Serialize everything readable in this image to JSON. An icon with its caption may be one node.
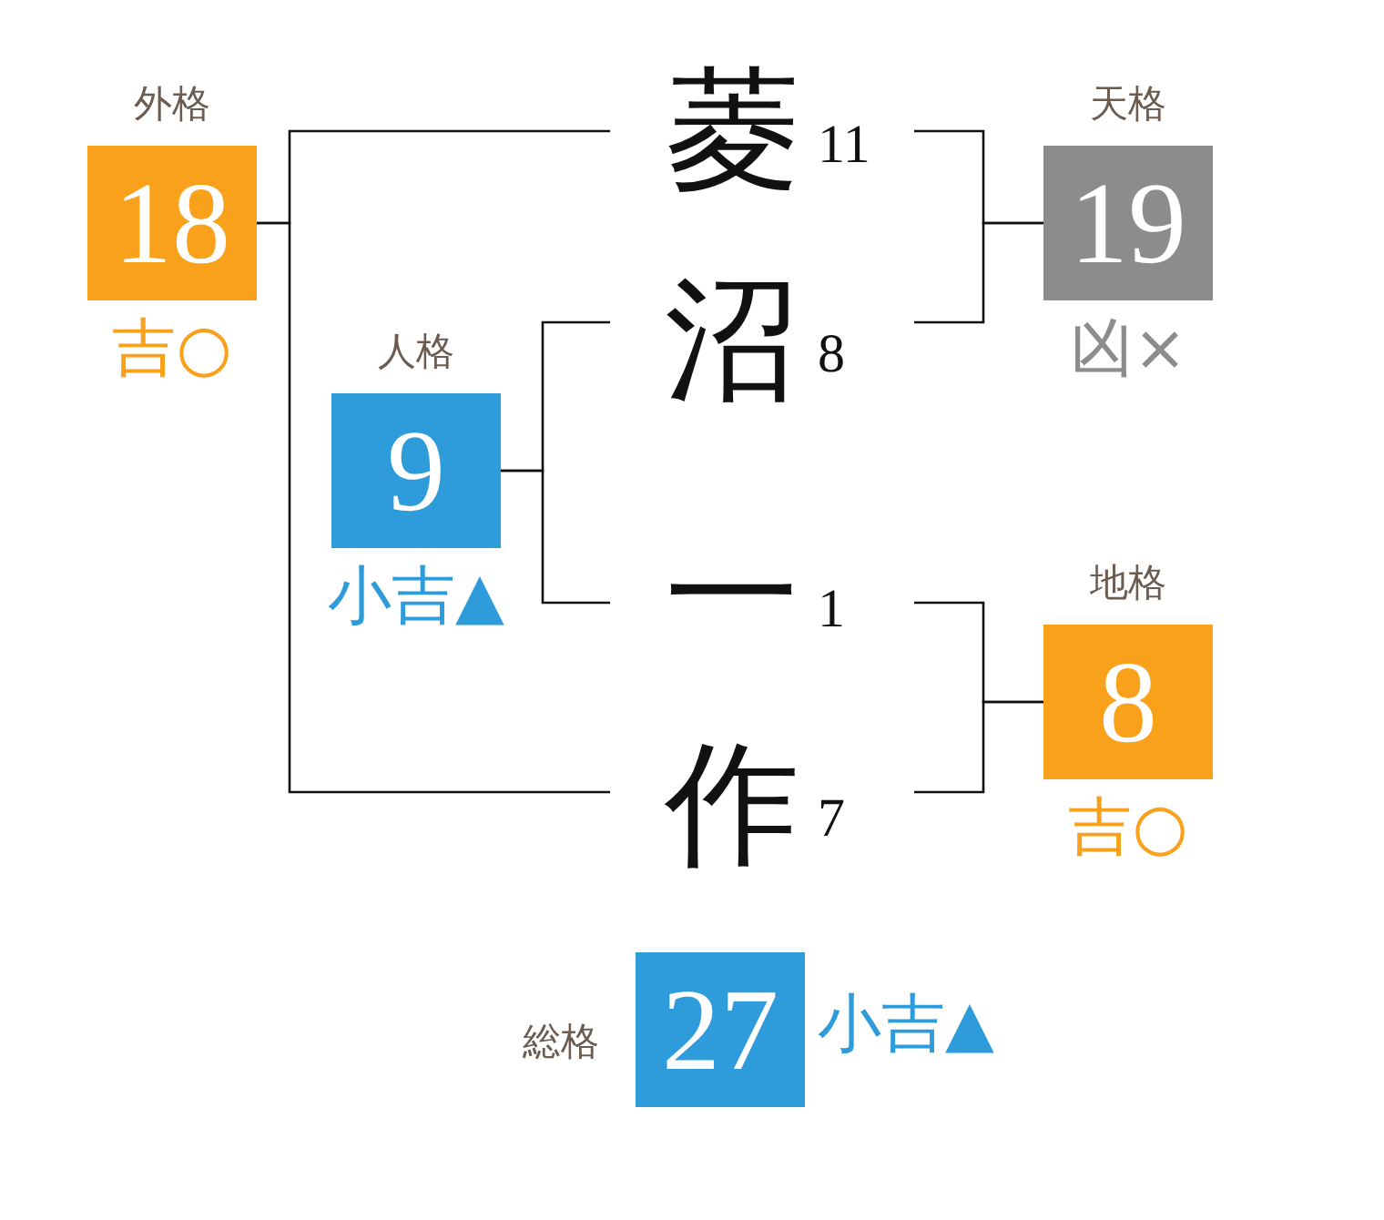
{
  "diagram": {
    "nodes": [
      {
        "text": [
          "菱"
        ],
        "beside": [
          "11"
        ]
      },
      {
        "text": [
          "沼"
        ],
        "beside": [
          "8"
        ]
      },
      {
        "text": [
          "一"
        ],
        "beside": [
          "1"
        ]
      },
      {
        "text": [
          "作"
        ],
        "beside": [
          "7"
        ]
      },
      {
        "text": [
          "外格",
          "18"
        ],
        "beside": [
          "吉○"
        ]
      },
      {
        "text": [
          "天格",
          "19"
        ],
        "beside": [
          "凶×"
        ]
      },
      {
        "text": [
          "人格",
          "9"
        ],
        "beside": [
          "小吉▲"
        ]
      },
      {
        "text": [
          "地格",
          "8"
        ],
        "beside": [
          "吉○"
        ]
      },
      {
        "text": [
          "総格",
          "27"
        ],
        "beside": [
          "小吉▲"
        ]
      }
    ],
    "edges": [
      {
        "from": 0,
        "to": 4,
        "arrow": "none"
      },
      {
        "from": 3,
        "to": 4,
        "arrow": "none"
      },
      {
        "from": 0,
        "to": 5,
        "arrow": "none"
      },
      {
        "from": 1,
        "to": 5,
        "arrow": "none"
      },
      {
        "from": 1,
        "to": 6,
        "arrow": "none"
      },
      {
        "from": 2,
        "to": 6,
        "arrow": "none"
      },
      {
        "from": 2,
        "to": 7,
        "arrow": "none"
      },
      {
        "from": 3,
        "to": 7,
        "arrow": "none"
      }
    ]
  }
}
